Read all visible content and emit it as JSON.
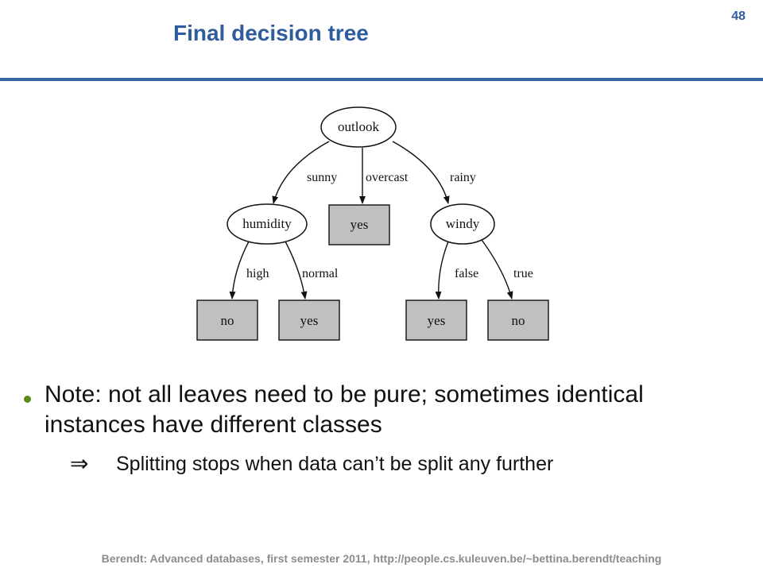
{
  "slide": {
    "title": "Final decision tree",
    "number": "48"
  },
  "tree": {
    "nodes": {
      "root": "outlook",
      "left": "humidity",
      "middle_leaf": "yes",
      "right": "windy",
      "leaf_high": "no",
      "leaf_normal": "yes",
      "leaf_false": "yes",
      "leaf_true": "no"
    },
    "edges": {
      "sunny": "sunny",
      "overcast": "overcast",
      "rainy": "rainy",
      "high": "high",
      "normal": "normal",
      "false": "false",
      "true": "true"
    },
    "colors": {
      "leaf_fill": "#c0c0c0",
      "stroke": "#111111"
    }
  },
  "bullets": {
    "main": "Note: not all leaves need to be pure; sometimes identical instances have different classes",
    "implies_symbol": "⇒",
    "sub": "Splitting stops when data can’t be split any further"
  },
  "footer": {
    "text": "Berendt: Advanced databases, first semester 2011, http://people.cs.kuleuven.be/~bettina.berendt/teaching"
  },
  "theme": {
    "title_color": "#2e5c9e",
    "bullet_color": "#5a8a1a",
    "footer_color": "#8c8c8c"
  }
}
